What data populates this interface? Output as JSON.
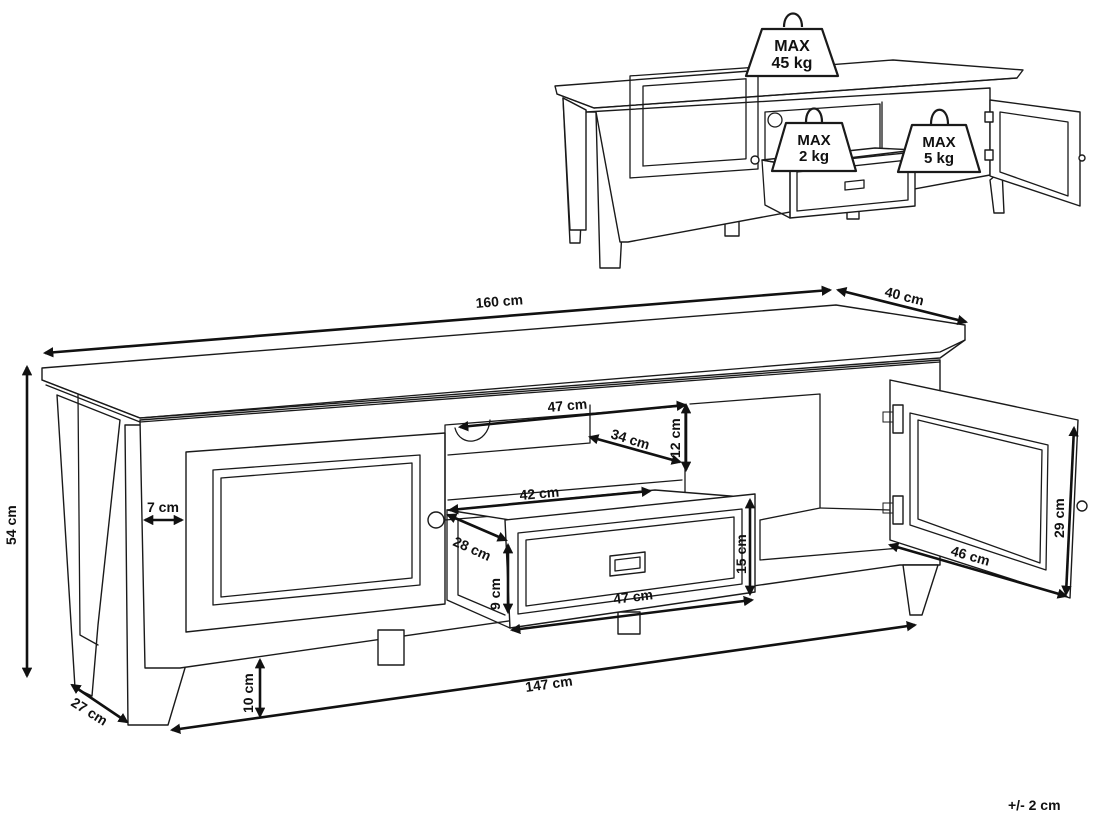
{
  "weights": [
    {
      "line1": "MAX",
      "line2": "45 kg"
    },
    {
      "line1": "MAX",
      "line2": "2 kg"
    },
    {
      "line1": "MAX",
      "line2": "5 kg"
    }
  ],
  "dimensions": {
    "width": "160 cm",
    "depth": "40 cm",
    "height": "54 cm",
    "base_width": "147 cm",
    "leg_height": "10 cm",
    "leg_depth": "27 cm",
    "side_thickness": "7 cm",
    "shelf_width": "47 cm",
    "shelf_depth": "34 cm",
    "shelf_height": "12 cm",
    "drawer_inner_width": "42 cm",
    "drawer_depth": "28 cm",
    "drawer_inner_height": "9 cm",
    "drawer_front_width": "47 cm",
    "drawer_front_height": "15 cm",
    "door_width": "46 cm",
    "door_height": "29 cm"
  },
  "tolerance": "+/- 2 cm"
}
